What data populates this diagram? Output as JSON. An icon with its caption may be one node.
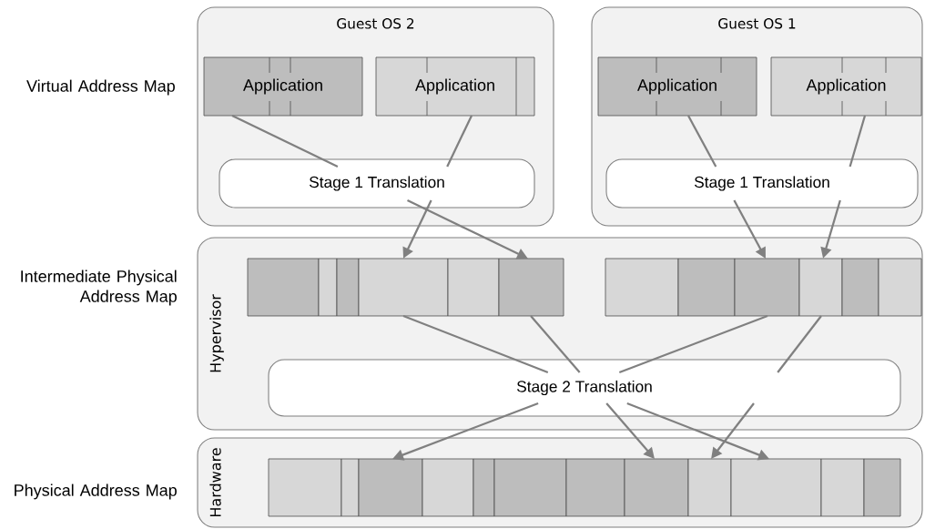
{
  "diagram": {
    "nodes": [
      {
        "text": [
          "Guest OS 2"
        ]
      },
      {
        "text": [
          "Application"
        ],
        "in": 0
      },
      {
        "text": [
          "Application"
        ],
        "in": 0
      },
      {
        "text": [
          "Stage 1 Translation"
        ],
        "in": 0
      },
      {
        "text": [
          "Guest OS 1"
        ]
      },
      {
        "text": [
          "Application"
        ],
        "in": 4
      },
      {
        "text": [
          "Application"
        ],
        "in": 4
      },
      {
        "text": [
          "Stage 1 Translation"
        ],
        "in": 4
      },
      {
        "text": [
          "Hypervisor"
        ]
      },
      {
        "text": [],
        "shape": "box",
        "in": 8
      },
      {
        "text": [],
        "shape": "box",
        "in": 8
      },
      {
        "text": [],
        "shape": "box",
        "in": 8
      },
      {
        "text": [],
        "shape": "box",
        "in": 8
      },
      {
        "text": [],
        "shape": "box",
        "in": 8
      },
      {
        "text": [],
        "shape": "box",
        "in": 8
      },
      {
        "text": [],
        "shape": "box",
        "in": 8
      },
      {
        "text": [],
        "shape": "box",
        "in": 8
      },
      {
        "text": [],
        "shape": "box",
        "in": 8
      },
      {
        "text": [],
        "shape": "box",
        "in": 8
      },
      {
        "text": [],
        "shape": "box",
        "in": 8
      },
      {
        "text": [],
        "shape": "box",
        "in": 8
      },
      {
        "text": [
          "Stage 2 Translation"
        ],
        "in": 8
      },
      {
        "text": [
          "Hardware"
        ]
      },
      {
        "text": [],
        "shape": "box",
        "in": 22
      },
      {
        "text": [],
        "shape": "box",
        "in": 22
      },
      {
        "text": [],
        "shape": "box",
        "in": 22
      },
      {
        "text": [],
        "shape": "box",
        "in": 22
      },
      {
        "text": [],
        "shape": "box",
        "in": 22
      },
      {
        "text": [],
        "shape": "box",
        "in": 22
      },
      {
        "text": [],
        "shape": "box",
        "in": 22
      },
      {
        "text": [],
        "shape": "box",
        "in": 22
      },
      {
        "text": [],
        "shape": "box",
        "in": 22
      },
      {
        "text": [],
        "shape": "box",
        "in": 22
      },
      {
        "text": [],
        "shape": "box",
        "in": 22
      },
      {
        "text": [],
        "shape": "box",
        "in": 22
      }
    ],
    "edges": [
      {
        "from": 1,
        "to": 3,
        "arrow": "none"
      },
      {
        "from": 3,
        "to": 14,
        "arrow": "to"
      },
      {
        "from": 2,
        "to": 3,
        "arrow": "none"
      },
      {
        "from": 3,
        "to": 12,
        "arrow": "to"
      },
      {
        "from": 5,
        "to": 7,
        "arrow": "none"
      },
      {
        "from": 7,
        "to": 17,
        "arrow": "to"
      },
      {
        "from": 6,
        "to": 7,
        "arrow": "none"
      },
      {
        "from": 7,
        "to": 18,
        "arrow": "to"
      },
      {
        "from": 12,
        "to": 21,
        "arrow": "none"
      },
      {
        "from": 21,
        "to": 32,
        "arrow": "to"
      },
      {
        "from": 14,
        "to": 21,
        "arrow": "none"
      },
      {
        "from": 21,
        "to": 30,
        "arrow": "to"
      },
      {
        "from": 17,
        "to": 21,
        "arrow": "none"
      },
      {
        "from": 21,
        "to": 25,
        "arrow": "to"
      },
      {
        "from": 18,
        "to": 21,
        "arrow": "none"
      },
      {
        "from": 21,
        "to": 31,
        "arrow": "to"
      }
    ],
    "labels": [
      "Virtual Address Map",
      "Intermediate Physical Address Map",
      "Physical Address Map"
    ]
  }
}
